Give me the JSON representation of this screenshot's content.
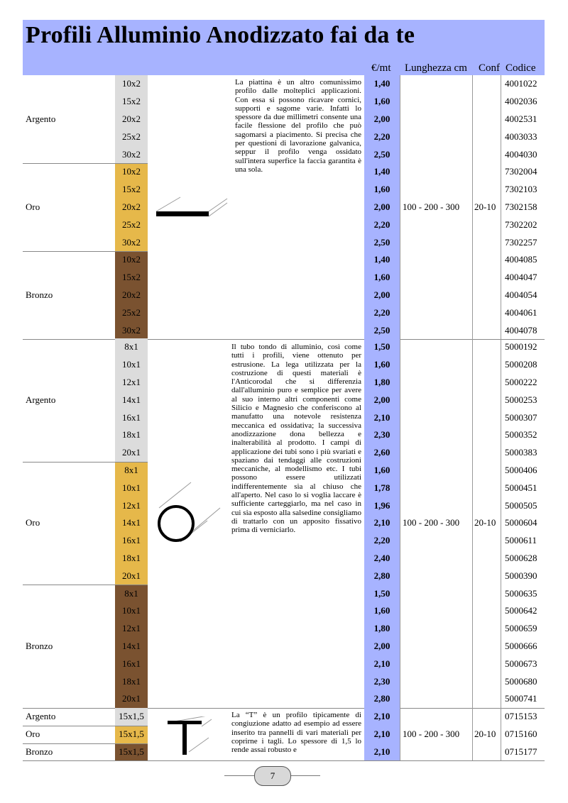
{
  "title": "Profili Alluminio Anodizzato fai da te",
  "columns": {
    "price": "€/mt",
    "length": "Lunghezza cm",
    "conf": "Conf",
    "code": "Codice"
  },
  "colors": {
    "header_bg": "#a7b3ff",
    "argento": "#dcdcdc",
    "oro": "#e6b84a",
    "bronzo": "#7a5230"
  },
  "sections": [
    {
      "id": "piattina",
      "icon": "flat-bar-icon",
      "description": "La piattina è un altro comunissimo profilo dalle molteplici applicazioni. Con essa si possono ricavare cornici, supporti e sagome varie. Infatti lo spessore da due millimetri consente una facile flessione del profilo che può sagomarsi a piacimento. Si precisa che per questioni di lavorazione galvanica, seppur il profilo venga ossidato sull'intera superfice la faccia garantita è una sola.",
      "length": "100 - 200 - 300",
      "conf": "20-10",
      "groups": [
        {
          "finish": "Argento",
          "rows": [
            {
              "size": "10x2",
              "price": "1,40",
              "code": "4001022"
            },
            {
              "size": "15x2",
              "price": "1,60",
              "code": "4002036"
            },
            {
              "size": "20x2",
              "price": "2,00",
              "code": "4002531"
            },
            {
              "size": "25x2",
              "price": "2,20",
              "code": "4003033"
            },
            {
              "size": "30x2",
              "price": "2,50",
              "code": "4004030"
            }
          ]
        },
        {
          "finish": "Oro",
          "rows": [
            {
              "size": "10x2",
              "price": "1,40",
              "code": "7302004"
            },
            {
              "size": "15x2",
              "price": "1,60",
              "code": "7302103"
            },
            {
              "size": "20x2",
              "price": "2,00",
              "code": "7302158"
            },
            {
              "size": "25x2",
              "price": "2,20",
              "code": "7302202"
            },
            {
              "size": "30x2",
              "price": "2,50",
              "code": "7302257"
            }
          ]
        },
        {
          "finish": "Bronzo",
          "rows": [
            {
              "size": "10x2",
              "price": "1,40",
              "code": "4004085"
            },
            {
              "size": "15x2",
              "price": "1,60",
              "code": "4004047"
            },
            {
              "size": "20x2",
              "price": "2,00",
              "code": "4004054"
            },
            {
              "size": "25x2",
              "price": "2,20",
              "code": "4004061"
            },
            {
              "size": "30x2",
              "price": "2,50",
              "code": "4004078"
            }
          ]
        }
      ]
    },
    {
      "id": "tubo",
      "icon": "round-tube-icon",
      "description": "Il tubo tondo di alluminio, così come tutti i profili, viene ottenuto per estrusione. La lega utilizzata per la costruzione di questi materiali è l'Anticorodal che si differenzia dall'alluminio puro e semplice per avere al suo interno altri componenti come Silicio e Magnesio che conferiscono al manufatto una notevole resistenza meccanica ed ossidativa; la successiva anodizzazione dona bellezza e inalterabilità al prodotto. I campi di applicazione dei tubi sono i più svariati e spaziano dai tendaggi alle costruzioni meccaniche, al modellismo etc. I tubi possono essere utilizzati indifferentemente sia al chiuso che all'aperto. Nel caso lo si voglia laccare è sufficiente carteggiarlo, ma nel caso in cui sia esposto alla salsedine consigliamo di trattarlo con un apposito fissativo prima di verniciarlo.",
      "length": "100 - 200 - 300",
      "conf": "20-10",
      "groups": [
        {
          "finish": "Argento",
          "rows": [
            {
              "size": "8x1",
              "price": "1,50",
              "code": "5000192"
            },
            {
              "size": "10x1",
              "price": "1,60",
              "code": "5000208"
            },
            {
              "size": "12x1",
              "price": "1,80",
              "code": "5000222"
            },
            {
              "size": "14x1",
              "price": "2,00",
              "code": "5000253"
            },
            {
              "size": "16x1",
              "price": "2,10",
              "code": "5000307"
            },
            {
              "size": "18x1",
              "price": "2,30",
              "code": "5000352"
            },
            {
              "size": "20x1",
              "price": "2,60",
              "code": "5000383"
            }
          ]
        },
        {
          "finish": "Oro",
          "rows": [
            {
              "size": "8x1",
              "price": "1,60",
              "code": "5000406"
            },
            {
              "size": "10x1",
              "price": "1,78",
              "code": "5000451"
            },
            {
              "size": "12x1",
              "price": "1,96",
              "code": "5000505"
            },
            {
              "size": "14x1",
              "price": "2,10",
              "code": "5000604"
            },
            {
              "size": "16x1",
              "price": "2,20",
              "code": "5000611"
            },
            {
              "size": "18x1",
              "price": "2,40",
              "code": "5000628"
            },
            {
              "size": "20x1",
              "price": "2,80",
              "code": "5000390"
            }
          ]
        },
        {
          "finish": "Bronzo",
          "rows": [
            {
              "size": "8x1",
              "price": "1,50",
              "code": "5000635"
            },
            {
              "size": "10x1",
              "price": "1,60",
              "code": "5000642"
            },
            {
              "size": "12x1",
              "price": "1,80",
              "code": "5000659"
            },
            {
              "size": "14x1",
              "price": "2,00",
              "code": "5000666"
            },
            {
              "size": "16x1",
              "price": "2,10",
              "code": "5000673"
            },
            {
              "size": "18x1",
              "price": "2,30",
              "code": "5000680"
            },
            {
              "size": "20x1",
              "price": "2,80",
              "code": "5000741"
            }
          ]
        }
      ]
    },
    {
      "id": "profilo-t",
      "icon": "t-profile-icon",
      "description": "La “T” è un profilo tipicamente di congiuzione adatto ad esempio ad essere inserito tra pannelli di vari materiali per coprirne i tagli. Lo spessore di 1,5 lo rende assai robusto e",
      "length": "100 - 200 - 300",
      "conf": "20-10",
      "groups": [
        {
          "finish": "Argento",
          "rows": [
            {
              "size": "15x1,5",
              "price": "2,10",
              "code": "0715153"
            }
          ]
        },
        {
          "finish": "Oro",
          "rows": [
            {
              "size": "15x1,5",
              "price": "2,10",
              "code": "0715160"
            }
          ]
        },
        {
          "finish": "Bronzo",
          "rows": [
            {
              "size": "15x1,5",
              "price": "2,10",
              "code": "0715177"
            }
          ]
        }
      ]
    }
  ],
  "page_number": "7"
}
